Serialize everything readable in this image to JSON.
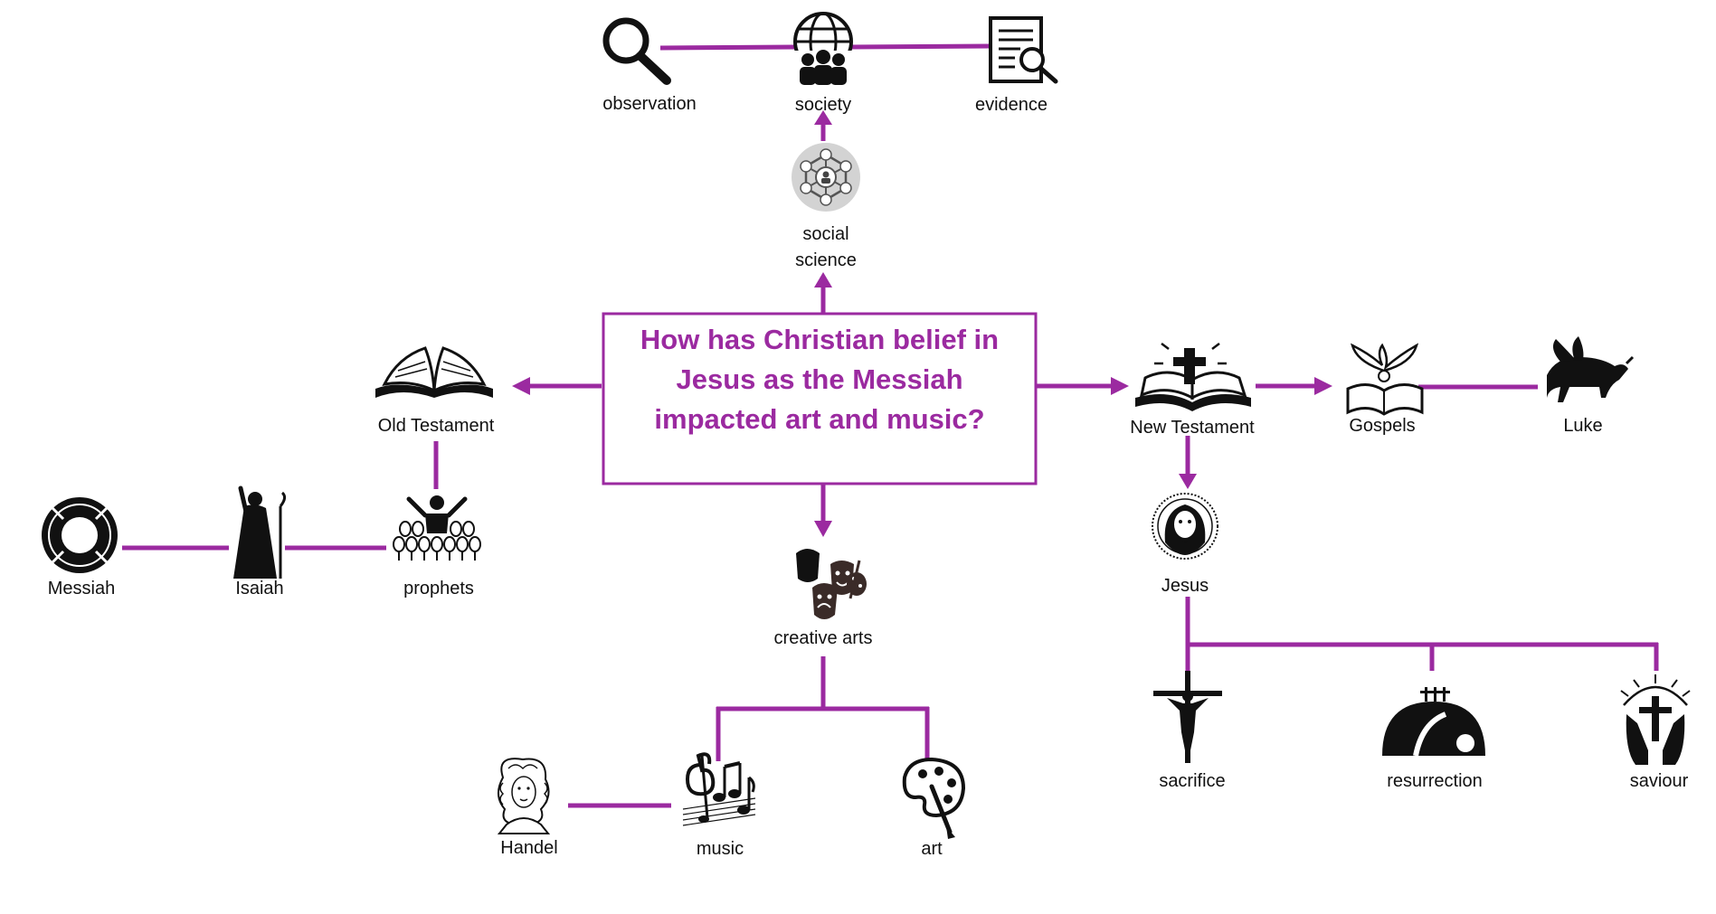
{
  "question": {
    "line1": "How has Christian belief in",
    "line2": "Jesus as the Messiah",
    "line3": "impacted art and music?"
  },
  "nodes": {
    "observation": "observation",
    "society": "society",
    "evidence": "evidence",
    "social_science_1": "social",
    "social_science_2": "science",
    "old_testament": "Old Testament",
    "prophets": "prophets",
    "isaiah": "Isaiah",
    "messiah": "Messiah",
    "new_testament": "New Testament",
    "gospels": "Gospels",
    "luke": "Luke",
    "jesus": "Jesus",
    "sacrifice": "sacrifice",
    "resurrection": "resurrection",
    "saviour": "saviour",
    "creative_arts": "creative arts",
    "music": "music",
    "art": "art",
    "handel": "Handel"
  },
  "icons": {
    "observation": "magnifier-icon",
    "society": "globe-people-icon",
    "evidence": "document-search-icon",
    "social_science": "network-people-icon",
    "old_testament": "open-book-icon",
    "prophets": "crowd-icon",
    "isaiah": "prophet-silhouette-icon",
    "messiah": "lifebuoy-icon",
    "new_testament": "bible-cross-icon",
    "gospels": "dove-book-icon",
    "luke": "winged-ox-icon",
    "jesus": "jesus-portrait-icon",
    "sacrifice": "crucifix-icon",
    "resurrection": "empty-tomb-icon",
    "saviour": "praying-hands-cross-icon",
    "creative_arts": "theatre-masks-icon",
    "music": "music-notes-icon",
    "art": "palette-icon",
    "handel": "handel-portrait-icon"
  },
  "colors": {
    "accent": "#9b2aa0",
    "text": "#111111",
    "background": "#ffffff"
  }
}
